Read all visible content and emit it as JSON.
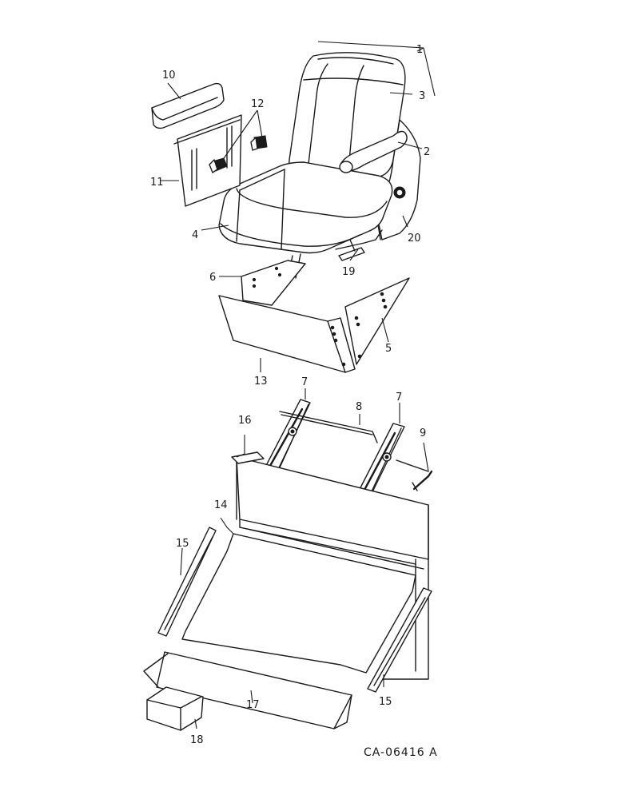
{
  "diagram": {
    "reference": "CA-06416 A",
    "callouts": [
      {
        "id": "c1",
        "label": "1"
      },
      {
        "id": "c2",
        "label": "2"
      },
      {
        "id": "c3",
        "label": "3"
      },
      {
        "id": "c4",
        "label": "4"
      },
      {
        "id": "c5",
        "label": "5"
      },
      {
        "id": "c6",
        "label": "6"
      },
      {
        "id": "c7a",
        "label": "7"
      },
      {
        "id": "c7b",
        "label": "7"
      },
      {
        "id": "c8",
        "label": "8"
      },
      {
        "id": "c9",
        "label": "9"
      },
      {
        "id": "c10",
        "label": "10"
      },
      {
        "id": "c11",
        "label": "11"
      },
      {
        "id": "c12",
        "label": "12"
      },
      {
        "id": "c13",
        "label": "13"
      },
      {
        "id": "c14",
        "label": "14"
      },
      {
        "id": "c15a",
        "label": "15"
      },
      {
        "id": "c15b",
        "label": "15"
      },
      {
        "id": "c16",
        "label": "16"
      },
      {
        "id": "c17",
        "label": "17"
      },
      {
        "id": "c18",
        "label": "18"
      },
      {
        "id": "c19",
        "label": "19"
      },
      {
        "id": "c20",
        "label": "20"
      }
    ]
  }
}
